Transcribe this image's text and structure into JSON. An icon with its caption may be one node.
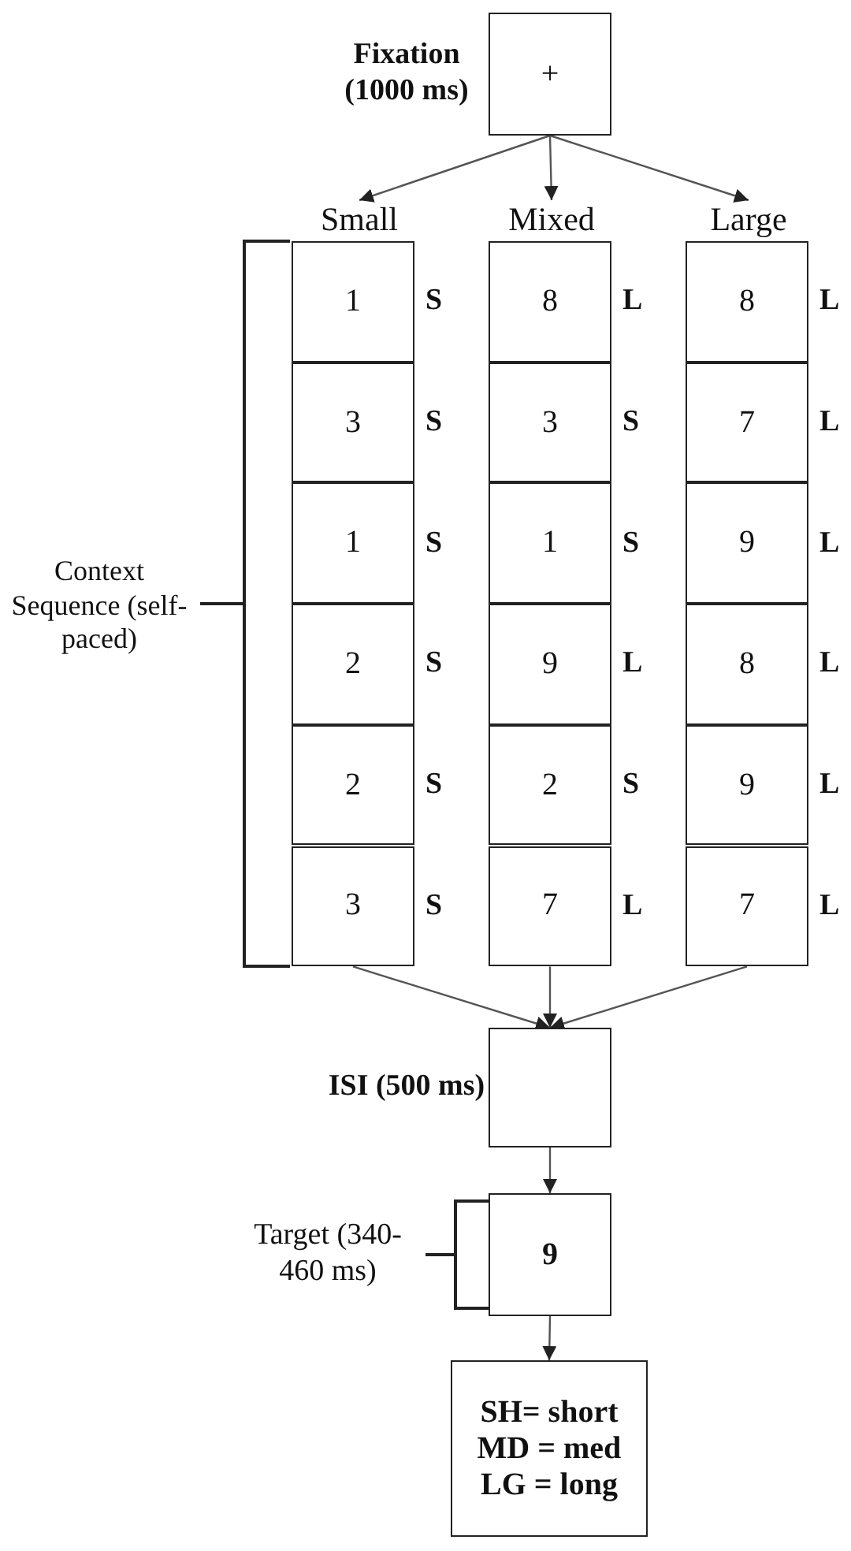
{
  "diagram": {
    "nodes": [
      {
        "text": [
          "Fixation (1000 ms)",
          "+"
        ]
      },
      {
        "text": [
          "Small"
        ]
      },
      {
        "text": [
          "Mixed"
        ]
      },
      {
        "text": [
          "Large"
        ]
      },
      {
        "text": [
          "1"
        ],
        "beside": [
          "S"
        ]
      },
      {
        "text": [
          "3"
        ],
        "beside": [
          "S"
        ]
      },
      {
        "text": [
          "1"
        ],
        "beside": [
          "S"
        ]
      },
      {
        "text": [
          "2"
        ],
        "beside": [
          "S"
        ]
      },
      {
        "text": [
          "2"
        ],
        "beside": [
          "S"
        ]
      },
      {
        "text": [
          "3"
        ],
        "beside": [
          "S"
        ]
      },
      {
        "text": [
          "8"
        ],
        "beside": [
          "L"
        ]
      },
      {
        "text": [
          "3"
        ],
        "beside": [
          "S"
        ]
      },
      {
        "text": [
          "1"
        ],
        "beside": [
          "S"
        ]
      },
      {
        "text": [
          "9"
        ],
        "beside": [
          "L"
        ]
      },
      {
        "text": [
          "2"
        ],
        "beside": [
          "S"
        ]
      },
      {
        "text": [
          "7"
        ],
        "beside": [
          "L"
        ]
      },
      {
        "text": [
          "8"
        ],
        "beside": [
          "L"
        ]
      },
      {
        "text": [
          "7"
        ],
        "beside": [
          "L"
        ]
      },
      {
        "text": [
          "9"
        ],
        "beside": [
          "L"
        ]
      },
      {
        "text": [
          "8"
        ],
        "beside": [
          "L"
        ]
      },
      {
        "text": [
          "9"
        ],
        "beside": [
          "L"
        ]
      },
      {
        "text": [
          "7"
        ],
        "beside": [
          "L"
        ]
      },
      {
        "text": [
          "ISI (500 ms)"
        ]
      },
      {
        "text": [
          "9"
        ],
        "beside": [
          "Target (340-460 ms)"
        ]
      },
      {
        "text": [
          "SH= short",
          "MD = med",
          "LG = long"
        ]
      }
    ],
    "edges": [
      {
        "from": 0,
        "to": 1,
        "arrow": "to"
      },
      {
        "from": 0,
        "to": 2,
        "arrow": "to"
      },
      {
        "from": 0,
        "to": 3,
        "arrow": "to"
      },
      {
        "from": 9,
        "to": 22,
        "arrow": "to"
      },
      {
        "from": 15,
        "to": 22,
        "arrow": "to"
      },
      {
        "from": 21,
        "to": 22,
        "arrow": "to"
      },
      {
        "from": 22,
        "to": 23,
        "arrow": "to"
      },
      {
        "from": 23,
        "to": 24,
        "arrow": "to"
      }
    ],
    "labels": [
      "Context Sequence (self-paced)"
    ]
  }
}
